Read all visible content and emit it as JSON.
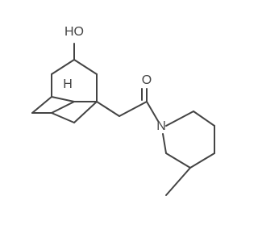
{
  "molecule": {
    "labels": {
      "hydroxyl": "HO",
      "bridgehead_h": "H",
      "carbonyl_o": "O",
      "ring_n": "N"
    },
    "bond_color": "#444444",
    "label_color": "#444444",
    "background": "#ffffff"
  }
}
